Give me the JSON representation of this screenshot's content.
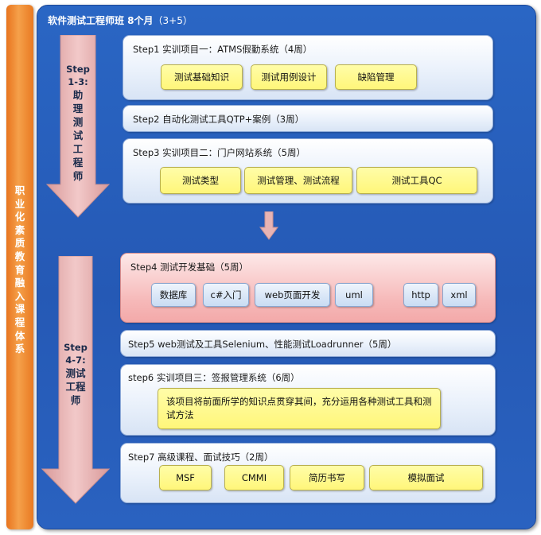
{
  "side_label": "职业化素质教育融入课程体系",
  "title": {
    "main": "软件测试工程师班 8个月",
    "sub": "（3+5）"
  },
  "arrow1": {
    "label_line1": "Step",
    "label_line2": "1-3:",
    "label_line3": "助理测试工程师"
  },
  "arrow2": {
    "label_line1": "Step",
    "label_line2": "4-7:",
    "label_line3": "测试工程师"
  },
  "steps": [
    {
      "title": "Step1  实训项目一：ATMS假勤系统（4周）",
      "items": [
        "测试基础知识",
        "测试用例设计",
        "缺陷管理"
      ]
    },
    {
      "title": "Step2 自动化测试工具QTP+案例（3周）"
    },
    {
      "title": "Step3  实训项目二：门户网站系统（5周）",
      "items": [
        "测试类型",
        "测试管理、测试流程",
        "测试工具QC"
      ]
    },
    {
      "title": "Step4  测试开发基础（5周）",
      "items": [
        "数据库",
        "c#入门",
        "web页面开发",
        "uml",
        "http",
        "xml"
      ]
    },
    {
      "title": "Step5   web测试及工具Selenium、性能测试Loadrunner（5周）"
    },
    {
      "title": "step6  实训项目三：签报管理系统（6周）",
      "description": "该项目将前面所学的知识点贯穿其间，充分运用各种测试工具和测试方法"
    },
    {
      "title": "Step7  高级课程、面试技巧（2周）",
      "items": [
        "MSF",
        "CMMI",
        "简历书写",
        "模拟面试"
      ]
    }
  ],
  "colors": {
    "orange": "#f08a2e",
    "blue": "#2a62c0",
    "yellow": "#fff67a",
    "pink": "#f6b8b8",
    "arrow": "#e8b4b4"
  }
}
